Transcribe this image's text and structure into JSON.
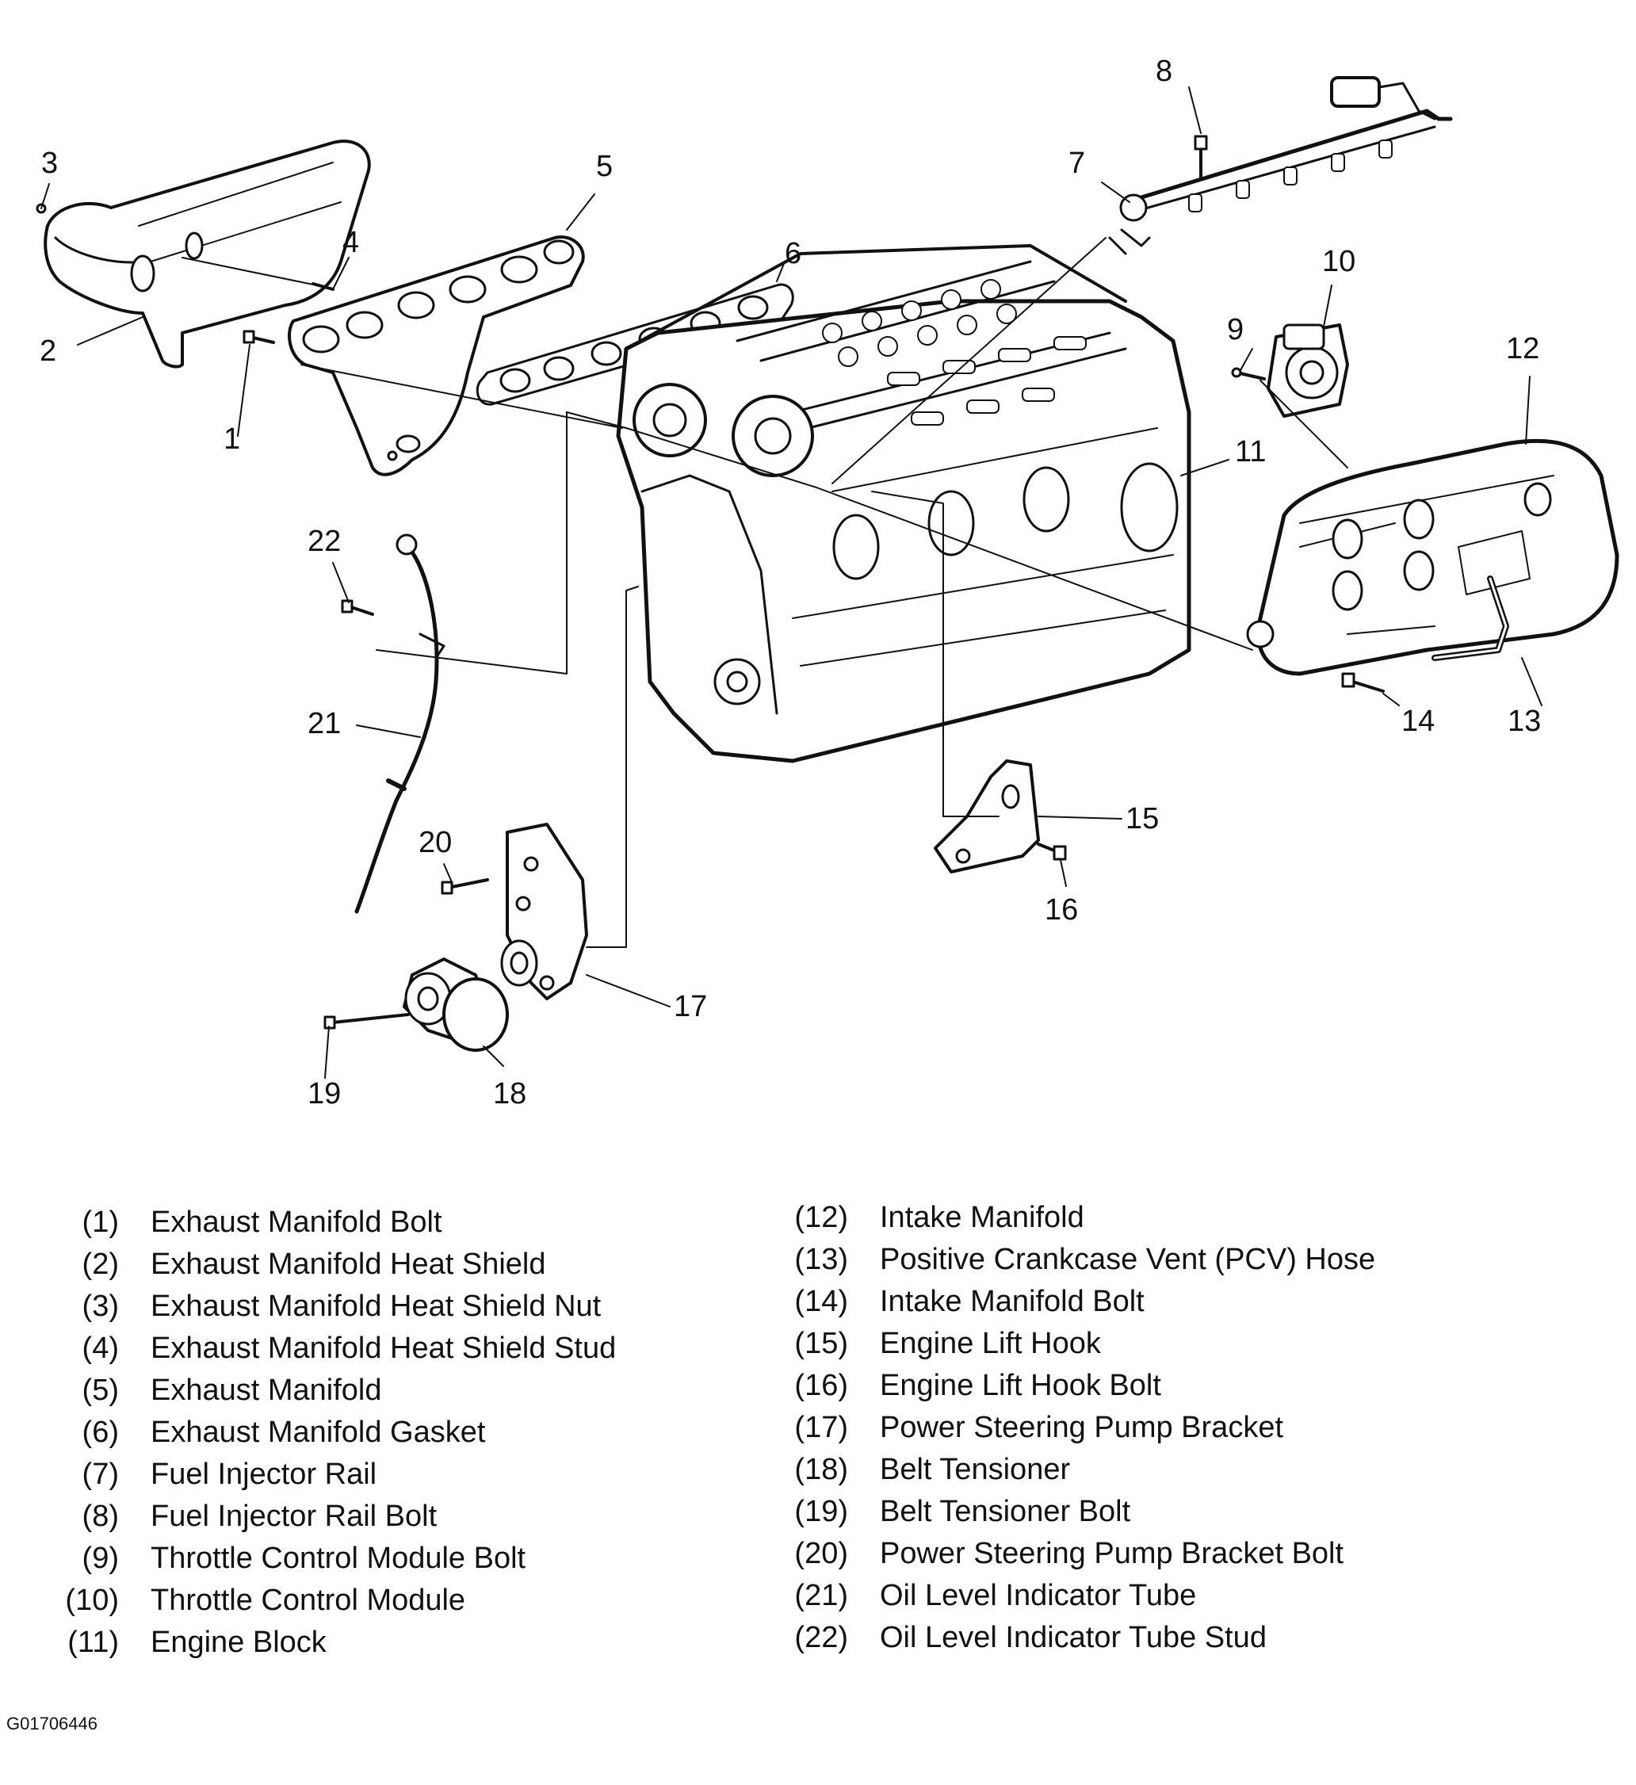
{
  "figure_id": "G01706446",
  "callouts": {
    "c1": "1",
    "c2": "2",
    "c3": "3",
    "c4": "4",
    "c5": "5",
    "c6": "6",
    "c7": "7",
    "c8": "8",
    "c9": "9",
    "c10": "10",
    "c11": "11",
    "c12": "12",
    "c13": "13",
    "c14": "14",
    "c15": "15",
    "c16": "16",
    "c17": "17",
    "c18": "18",
    "c19": "19",
    "c20": "20",
    "c21": "21",
    "c22": "22"
  },
  "legend_left": [
    {
      "num": "(1)",
      "label": "Exhaust Manifold Bolt"
    },
    {
      "num": "(2)",
      "label": "Exhaust Manifold Heat Shield"
    },
    {
      "num": "(3)",
      "label": "Exhaust Manifold Heat Shield Nut"
    },
    {
      "num": "(4)",
      "label": "Exhaust Manifold Heat Shield Stud"
    },
    {
      "num": "(5)",
      "label": "Exhaust Manifold"
    },
    {
      "num": "(6)",
      "label": "Exhaust Manifold Gasket"
    },
    {
      "num": "(7)",
      "label": "Fuel Injector Rail"
    },
    {
      "num": "(8)",
      "label": "Fuel Injector Rail Bolt"
    },
    {
      "num": "(9)",
      "label": "Throttle Control Module Bolt"
    },
    {
      "num": "(10)",
      "label": "Throttle Control Module"
    },
    {
      "num": "(11)",
      "label": "Engine Block"
    }
  ],
  "legend_right": [
    {
      "num": "(12)",
      "label": "Intake Manifold"
    },
    {
      "num": "(13)",
      "label": "Positive Crankcase Vent (PCV) Hose"
    },
    {
      "num": "(14)",
      "label": "Intake Manifold Bolt"
    },
    {
      "num": "(15)",
      "label": "Engine Lift Hook"
    },
    {
      "num": "(16)",
      "label": "Engine Lift Hook Bolt"
    },
    {
      "num": "(17)",
      "label": "Power Steering Pump Bracket"
    },
    {
      "num": "(18)",
      "label": "Belt Tensioner"
    },
    {
      "num": "(19)",
      "label": "Belt Tensioner Bolt"
    },
    {
      "num": "(20)",
      "label": "Power Steering Pump Bracket Bolt"
    },
    {
      "num": "(21)",
      "label": "Oil Level Indicator Tube"
    },
    {
      "num": "(22)",
      "label": "Oil Level Indicator Tube Stud"
    }
  ]
}
